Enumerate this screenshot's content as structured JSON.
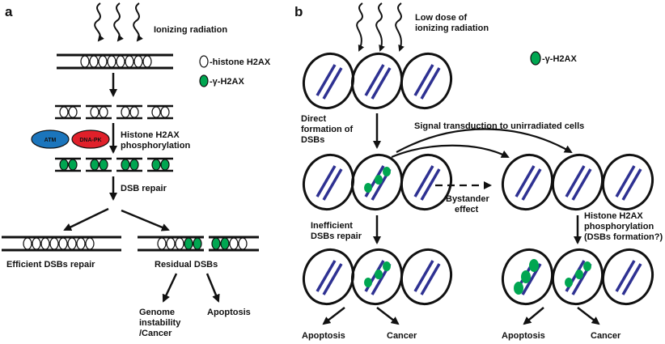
{
  "panel_a": {
    "letter": "a",
    "radiation_label": "Ionizing radiation",
    "legend_histone": "-histone H2AX",
    "legend_gamma": "-γ-H2AX",
    "atm": "ATM",
    "dnapk": "DNA-PK",
    "phos_line1": "Histone H2AX",
    "phos_line2": "phosphorylation",
    "repair": "DSB repair",
    "efficient": "Efficient DSBs repair",
    "residual": "Residual DSBs",
    "genome_1": "Genome",
    "genome_2": "instability",
    "genome_3": "/Cancer",
    "apoptosis": "Apoptosis"
  },
  "panel_b": {
    "letter": "b",
    "radiation_1": "Low dose of",
    "radiation_2": "ionizing radiation",
    "legend_gamma": "-γ-H2AX",
    "direct_1": "Direct",
    "direct_2": "formation of",
    "direct_3": "DSBs",
    "signal": "Signal transduction to unirradiated cells",
    "bystander_1": "Bystander",
    "bystander_2": "effect",
    "inefficient_1": "Inefficient",
    "inefficient_2": "DSBs repair",
    "histone_1": "Histone H2AX",
    "histone_2": "phosphorylation",
    "histone_3": "(DSBs formation?)",
    "apoptosis_left": "Apoptosis",
    "cancer_left": "Cancer",
    "apoptosis_right": "Apoptosis",
    "cancer_right": "Cancer"
  },
  "colors": {
    "gamma_h2ax": "#00a651",
    "atm": "#1b75bc",
    "dnapk": "#e0202a",
    "chromosome": "#2e3192"
  }
}
